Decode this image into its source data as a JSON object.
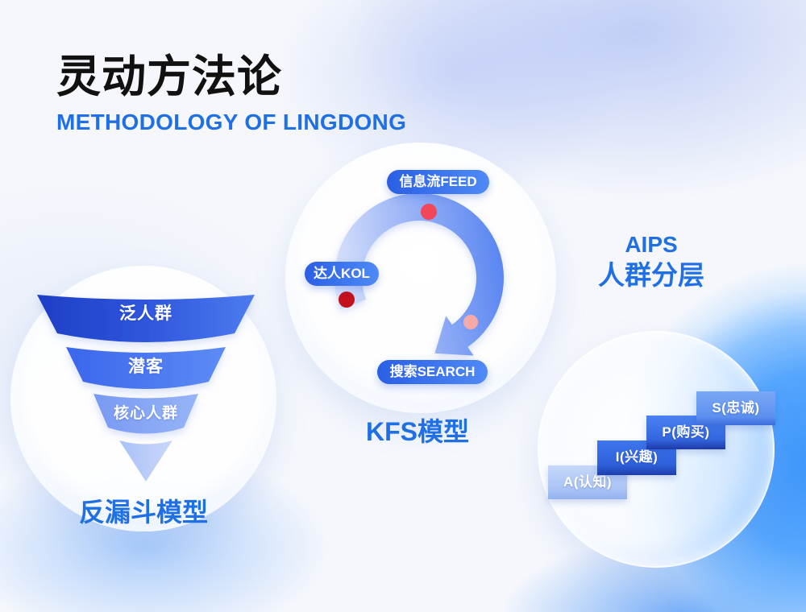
{
  "header": {
    "title": "灵动方法论",
    "subtitle": "METHODOLOGY OF LINGDONG"
  },
  "funnel_model": {
    "title": "反漏斗模型",
    "layers": [
      "泛人群",
      "潜客",
      "核心人群"
    ]
  },
  "kfs_model": {
    "title": "KFS模型",
    "feed_label": "信息流FEED",
    "kol_label": "达人KOL",
    "search_label": "搜索SEARCH"
  },
  "aips_model": {
    "title": "AIPS",
    "subtitle": "人群分层",
    "steps": [
      "A(认知)",
      "I(兴趣)",
      "P(购买)",
      "S(忠诚)"
    ]
  },
  "colors": {
    "title_text": "#111111",
    "accent": "#1f6fe5",
    "feed_dot": "#f2465a",
    "kol_dot": "#c3111d",
    "search_dot": "#f4a9aa"
  }
}
